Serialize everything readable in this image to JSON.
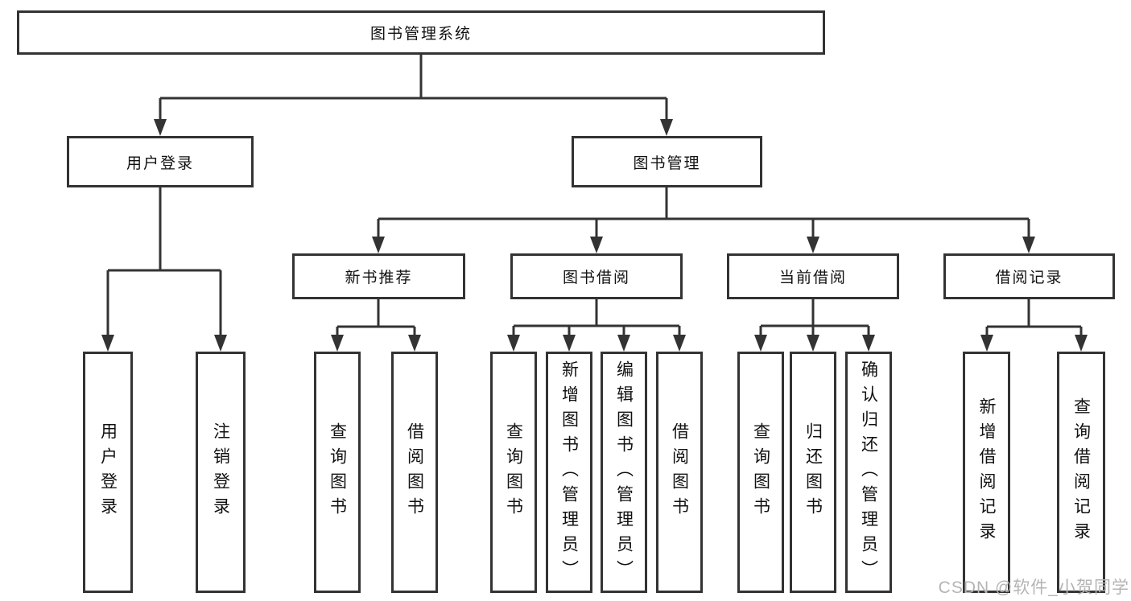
{
  "diagram": {
    "root": {
      "label": "图书管理系统",
      "children": [
        {
          "label": "用户登录",
          "children": [
            {
              "label": "用户登录"
            },
            {
              "label": "注销登录"
            }
          ]
        },
        {
          "label": "图书管理",
          "children": [
            {
              "label": "新书推荐",
              "children": [
                {
                  "label": "查询图书"
                },
                {
                  "label": "借阅图书"
                }
              ]
            },
            {
              "label": "图书借阅",
              "children": [
                {
                  "label": "查询图书"
                },
                {
                  "label": "新增图书（管理员）"
                },
                {
                  "label": "编辑图书（管理员）"
                },
                {
                  "label": "借阅图书"
                }
              ]
            },
            {
              "label": "当前借阅",
              "children": [
                {
                  "label": "查询图书"
                },
                {
                  "label": "归还图书"
                },
                {
                  "label": "确认归还（管理员）"
                }
              ]
            },
            {
              "label": "借阅记录",
              "children": [
                {
                  "label": "新增借阅记录"
                },
                {
                  "label": "查询借阅记录"
                }
              ]
            }
          ]
        }
      ]
    }
  },
  "watermark": {
    "text": "CSDN @软件_小贺同学"
  },
  "colors": {
    "line": "#333333",
    "text": "#111111",
    "background": "#ffffff",
    "watermark": "#b4b4b4"
  }
}
